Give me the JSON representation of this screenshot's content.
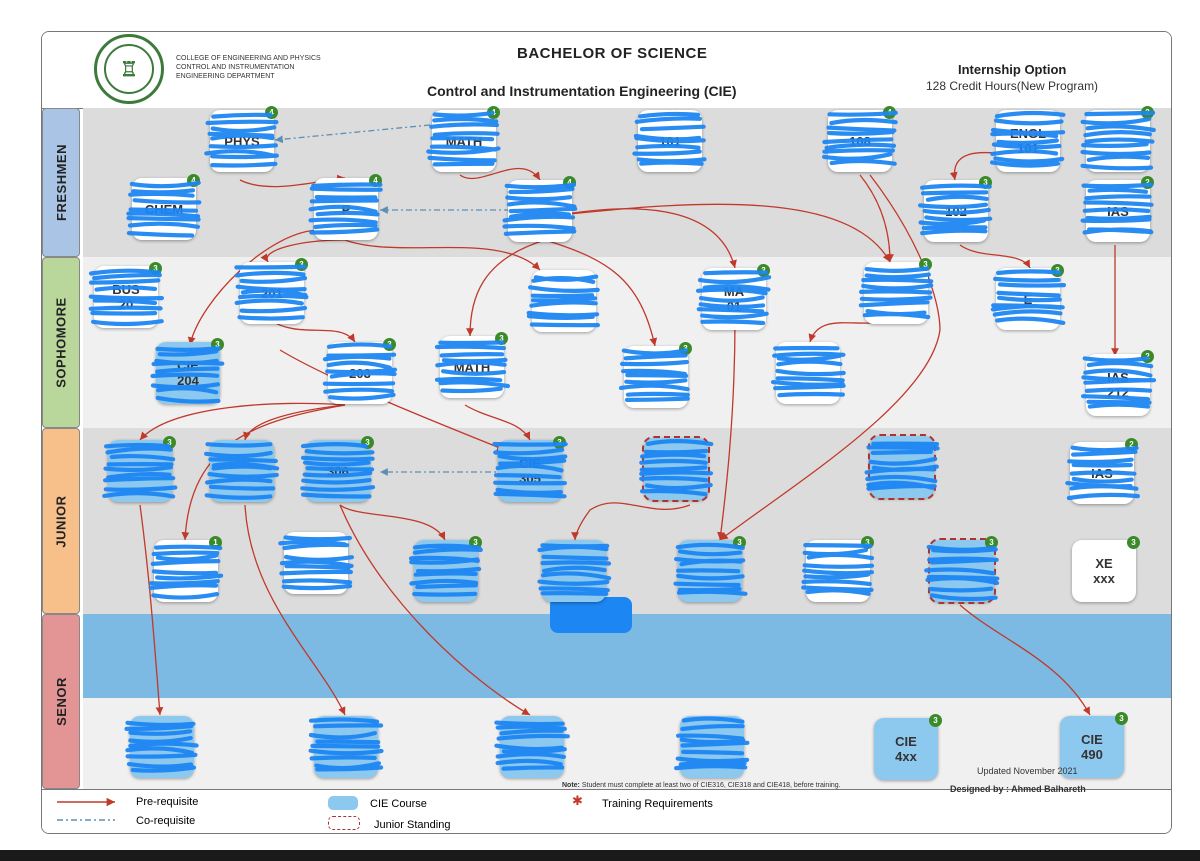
{
  "header": {
    "logo_icon": "university-seal",
    "college": "COLLEGE OF ENGINEERING AND PHYSICS",
    "department_line1": "CONTROL AND INSTRUMENTATION",
    "department_line2": "ENGINEERING DEPARTMENT",
    "degree": "BACHELOR OF SCIENCE",
    "program": "Control and Instrumentation Engineering (CIE)",
    "option": "Internship Option",
    "credit_hours": "128 Credit Hours(New Program)"
  },
  "years": {
    "freshmen": "FRESHMEN",
    "sophomore": "SOPHOMORE",
    "junior": "JUNIOR",
    "senior": "SENOR"
  },
  "colors": {
    "cie_course": "#8dc8ee",
    "scribble": "#1c86f2",
    "prereq_arrow": "#c0392b",
    "coreq_arrow": "#5b8fb5",
    "credit_badge": "#3a8a2a"
  },
  "courses": [
    {
      "id": "phys",
      "line1": "PHYS",
      "line2": "",
      "credits": "4",
      "redacted": true,
      "cie": false
    },
    {
      "id": "math1",
      "line1": "MATH",
      "line2": "",
      "credits": "4",
      "redacted": true,
      "cie": false
    },
    {
      "id": "f3",
      "line1": "",
      "line2": "101",
      "credits": "",
      "redacted": true,
      "cie": false
    },
    {
      "id": "f4",
      "line1": "",
      "line2": "108",
      "credits": "4",
      "redacted": true,
      "cie": false
    },
    {
      "id": "engl101",
      "line1": "ENGL",
      "line2": "101",
      "credits": "",
      "redacted": true,
      "cie": false
    },
    {
      "id": "f6",
      "line1": "",
      "line2": "",
      "credits": "2",
      "redacted": true,
      "cie": false
    },
    {
      "id": "chem",
      "line1": "CHEM",
      "line2": "",
      "credits": "4",
      "redacted": true,
      "cie": false
    },
    {
      "id": "phys2",
      "line1": "P",
      "line2": "",
      "credits": "4",
      "redacted": true,
      "cie": false
    },
    {
      "id": "math2",
      "line1": "",
      "line2": "",
      "credits": "4",
      "redacted": true,
      "cie": false
    },
    {
      "id": "f10",
      "line1": "",
      "line2": "102",
      "credits": "3",
      "redacted": true,
      "cie": false
    },
    {
      "id": "ias1",
      "line1": "IAS",
      "line2": "",
      "credits": "2",
      "redacted": true,
      "cie": false
    },
    {
      "id": "bus",
      "line1": "BUS",
      "line2": "20",
      "credits": "3",
      "redacted": true,
      "cie": false
    },
    {
      "id": "s2",
      "line1": "",
      "line2": "201",
      "credits": "3",
      "redacted": true,
      "cie": false
    },
    {
      "id": "s3",
      "line1": "",
      "line2": "",
      "credits": "",
      "redacted": true,
      "cie": false
    },
    {
      "id": "s4",
      "line1": "MA",
      "line2": "01",
      "credits": "3",
      "redacted": true,
      "cie": false
    },
    {
      "id": "s5",
      "line1": "",
      "line2": "",
      "credits": "3",
      "redacted": true,
      "cie": false
    },
    {
      "id": "s6",
      "line1": "E",
      "line2": "",
      "credits": "3",
      "redacted": true,
      "cie": false
    },
    {
      "id": "cie204",
      "line1": "CIE",
      "line2": "204",
      "credits": "3",
      "redacted": true,
      "cie": true
    },
    {
      "id": "s8",
      "line1": "",
      "line2": "203",
      "credits": "3",
      "redacted": true,
      "cie": false
    },
    {
      "id": "math3",
      "line1": "MATH",
      "line2": "",
      "credits": "3",
      "redacted": true,
      "cie": false
    },
    {
      "id": "s10",
      "line1": "",
      "line2": "",
      "credits": "3",
      "redacted": true,
      "cie": false
    },
    {
      "id": "s11",
      "line1": "",
      "line2": "",
      "credits": "",
      "redacted": true,
      "cie": false
    },
    {
      "id": "ias212",
      "line1": "IAS",
      "line2": "212",
      "credits": "2",
      "redacted": true,
      "cie": false
    },
    {
      "id": "j1",
      "line1": "",
      "line2": "",
      "credits": "3",
      "redacted": true,
      "cie": true
    },
    {
      "id": "j2",
      "line1": "",
      "line2": "",
      "credits": "",
      "redacted": true,
      "cie": true
    },
    {
      "id": "j3",
      "line1": "",
      "line2": "306",
      "credits": "3",
      "redacted": true,
      "cie": true
    },
    {
      "id": "cie305",
      "line1": "CIE",
      "line2": "305",
      "credits": "3",
      "redacted": true,
      "cie": true
    },
    {
      "id": "j5",
      "line1": "",
      "line2": "",
      "credits": "",
      "redacted": true,
      "cie": true,
      "standing": true
    },
    {
      "id": "j6",
      "line1": "",
      "line2": "",
      "credits": "",
      "redacted": true,
      "cie": true,
      "standing": true
    },
    {
      "id": "ias3",
      "line1": "IAS",
      "line2": "",
      "credits": "2",
      "redacted": true,
      "cie": false
    },
    {
      "id": "j8",
      "line1": "",
      "line2": "",
      "credits": "1",
      "redacted": true,
      "cie": false
    },
    {
      "id": "j9",
      "line1": "",
      "line2": "",
      "credits": "",
      "redacted": true,
      "cie": false
    },
    {
      "id": "j10",
      "line1": "",
      "line2": "",
      "credits": "3",
      "redacted": true,
      "cie": true
    },
    {
      "id": "j11",
      "line1": "",
      "line2": "",
      "credits": "",
      "redacted": true,
      "cie": true
    },
    {
      "id": "j12",
      "line1": "",
      "line2": "",
      "credits": "3",
      "redacted": true,
      "cie": true
    },
    {
      "id": "j13",
      "line1": "",
      "line2": "",
      "credits": "3",
      "redacted": true,
      "cie": false
    },
    {
      "id": "j14",
      "line1": "",
      "line2": "",
      "credits": "3",
      "redacted": true,
      "cie": true,
      "standing": true
    },
    {
      "id": "xe",
      "line1": "XE",
      "line2": "xxx",
      "credits": "3",
      "redacted": false,
      "cie": false
    },
    {
      "id": "sn1",
      "line1": "",
      "line2": "",
      "credits": "",
      "redacted": true,
      "cie": true
    },
    {
      "id": "sn2",
      "line1": "",
      "line2": "",
      "credits": "",
      "redacted": true,
      "cie": true
    },
    {
      "id": "sn3",
      "line1": "",
      "line2": "",
      "credits": "",
      "redacted": true,
      "cie": true
    },
    {
      "id": "sn4",
      "line1": "",
      "line2": "",
      "credits": "",
      "redacted": true,
      "cie": true
    },
    {
      "id": "cie4xx",
      "line1": "CIE",
      "line2": "4xx",
      "credits": "3",
      "redacted": false,
      "cie": true
    },
    {
      "id": "cie490",
      "line1": "CIE",
      "line2": "490",
      "credits": "3",
      "redacted": false,
      "cie": true
    }
  ],
  "legend": {
    "prereq": "Pre-requisite",
    "coreq": "Co-requisite",
    "cie_course": "CIE Course",
    "junior_standing": "Junior Standing",
    "training": "Training Requirements",
    "note_label": "Note:",
    "note": "Student must complete at least two of CIE316, CIE318 and CIE418, before training.",
    "updated": "Updated November 2021",
    "designed": "Designed by : Ahmed Balhareth"
  }
}
